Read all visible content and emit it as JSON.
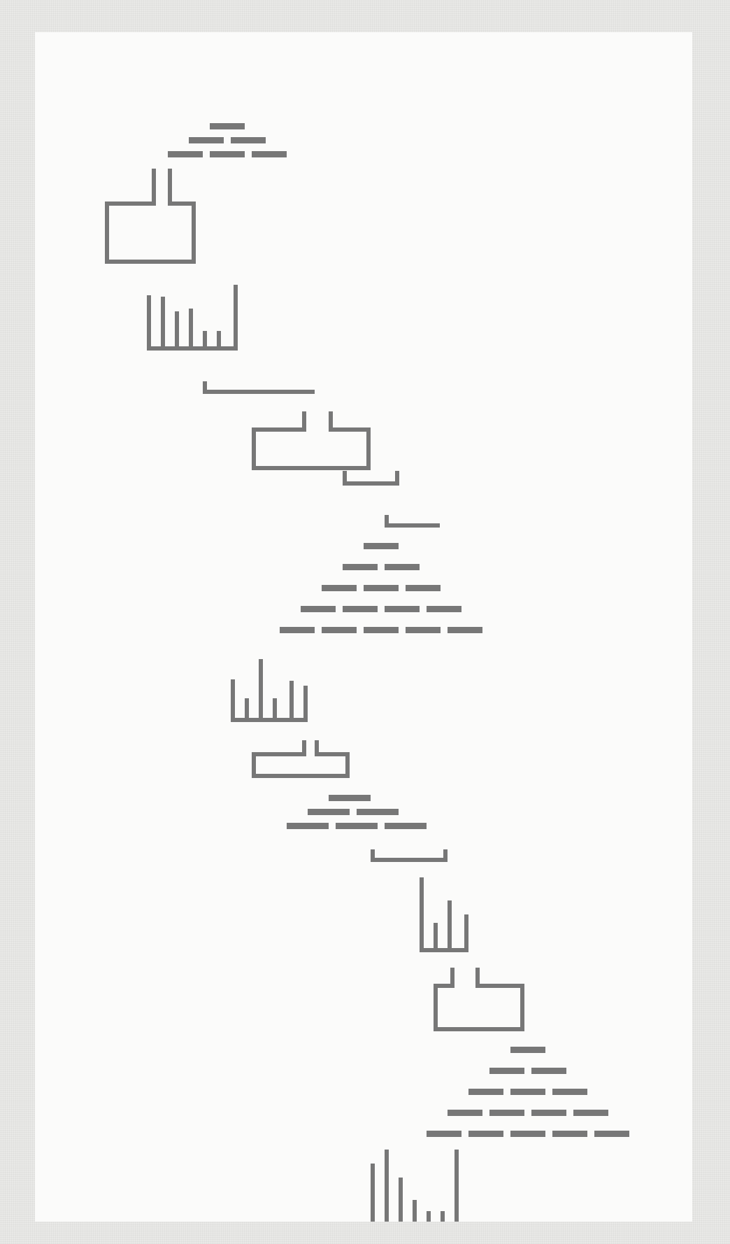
{
  "colors": {
    "stroke": "#777777",
    "page": "#fbfbfa",
    "frame": "#e9e9e7"
  },
  "glyphs": [
    "pyramid-3-rows",
    "container-with-spout",
    "bar-histogram",
    "bracket-line",
    "container-with-two-spouts",
    "bracket-cup",
    "bracket-line",
    "pyramid-5-rows",
    "bar-histogram",
    "container-with-two-spouts",
    "pyramid-3-rows",
    "bracket-cup",
    "bar-histogram",
    "container-with-spout",
    "pyramid-5-rows",
    "bar-histogram"
  ]
}
